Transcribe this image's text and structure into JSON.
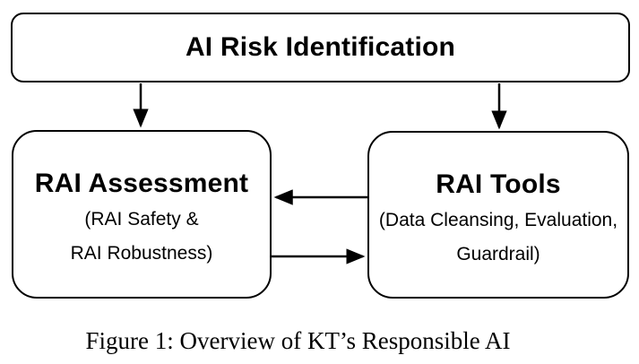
{
  "diagram": {
    "nodes": {
      "risk_identification": {
        "label": "AI Risk Identification"
      },
      "rai_assessment": {
        "title": "RAI Assessment",
        "subtitle_line1": "(RAI Safety &",
        "subtitle_line2": "RAI Robustness)"
      },
      "rai_tools": {
        "title": "RAI Tools",
        "subtitle_line1": "(Data Cleansing, Evaluation,",
        "subtitle_line2": "Guardrail)"
      }
    },
    "edges": [
      {
        "from": "risk_identification",
        "to": "rai_assessment",
        "direction": "down"
      },
      {
        "from": "risk_identification",
        "to": "rai_tools",
        "direction": "down"
      },
      {
        "from": "rai_tools",
        "to": "rai_assessment",
        "direction": "left"
      },
      {
        "from": "rai_assessment",
        "to": "rai_tools",
        "direction": "right"
      }
    ],
    "colors": {
      "stroke": "#000000",
      "background": "#ffffff",
      "text": "#000000"
    }
  },
  "caption": {
    "text": "Figure 1: Overview of KT’s Responsible AI"
  }
}
